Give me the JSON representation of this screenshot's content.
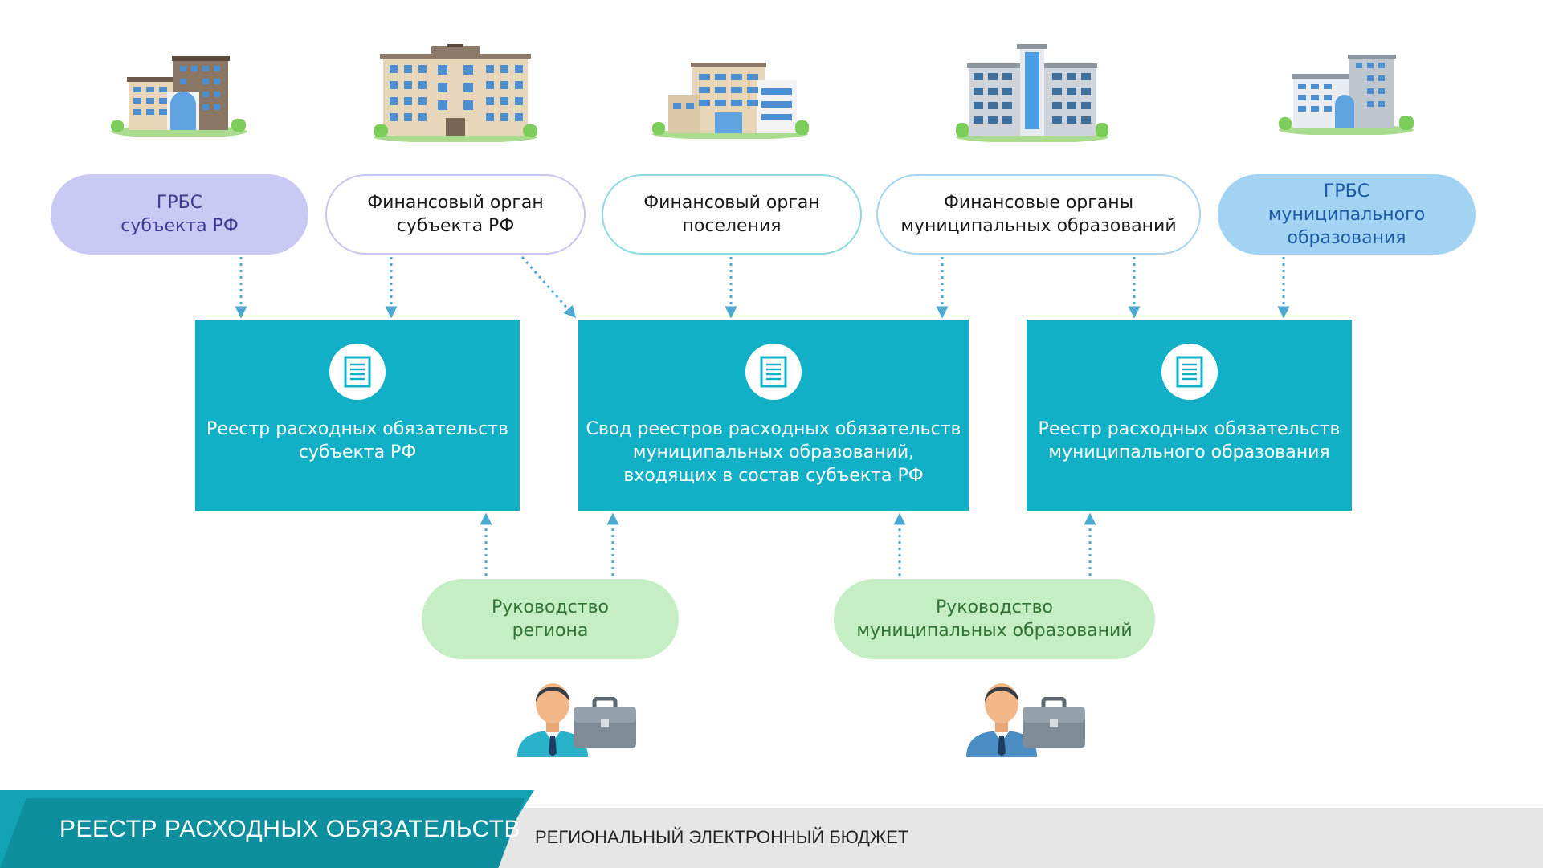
{
  "top_nodes": [
    {
      "line1": "ГРБС",
      "line2": "субъекта РФ",
      "line3": ""
    },
    {
      "line1": "Финансовый орган",
      "line2": "субъекта РФ",
      "line3": ""
    },
    {
      "line1": "Финансовый орган",
      "line2": "поселения",
      "line3": ""
    },
    {
      "line1": "Финансовые органы",
      "line2": "муниципальных образований",
      "line3": ""
    },
    {
      "line1": "ГРБС",
      "line2": "муниципального",
      "line3": "образования"
    }
  ],
  "registries": [
    {
      "line1": "Реестр расходных обязательств",
      "line2": "субъекта РФ",
      "line3": ""
    },
    {
      "line1": "Свод реестров расходных обязательств",
      "line2": "муниципальных образований,",
      "line3": "входящих в состав субъекта РФ"
    },
    {
      "line1": "Реестр расходных обязательств",
      "line2": "муниципального образования",
      "line3": ""
    }
  ],
  "management": [
    {
      "line1": "Руководство",
      "line2": "региона"
    },
    {
      "line1": "Руководство",
      "line2": "муниципальных образований"
    }
  ],
  "footer": {
    "title": "РЕЕСТР РАСХОДНЫХ ОБЯЗАТЕЛЬСТВ",
    "subtitle": "РЕГИОНАЛЬНЫЙ ЭЛЕКТРОННЫЙ БЮДЖЕТ"
  },
  "icons": [
    "building-icon",
    "document-icon",
    "manager-icon",
    "briefcase-icon"
  ],
  "colors": {
    "teal_box": "#12b0c6",
    "arrow": "#4ba9d2",
    "lavender_pill": "#c9c9f3",
    "blue_pill": "#a3d3f3",
    "green_pill": "#c5eec4",
    "footer_teal": "#12a4b4"
  }
}
